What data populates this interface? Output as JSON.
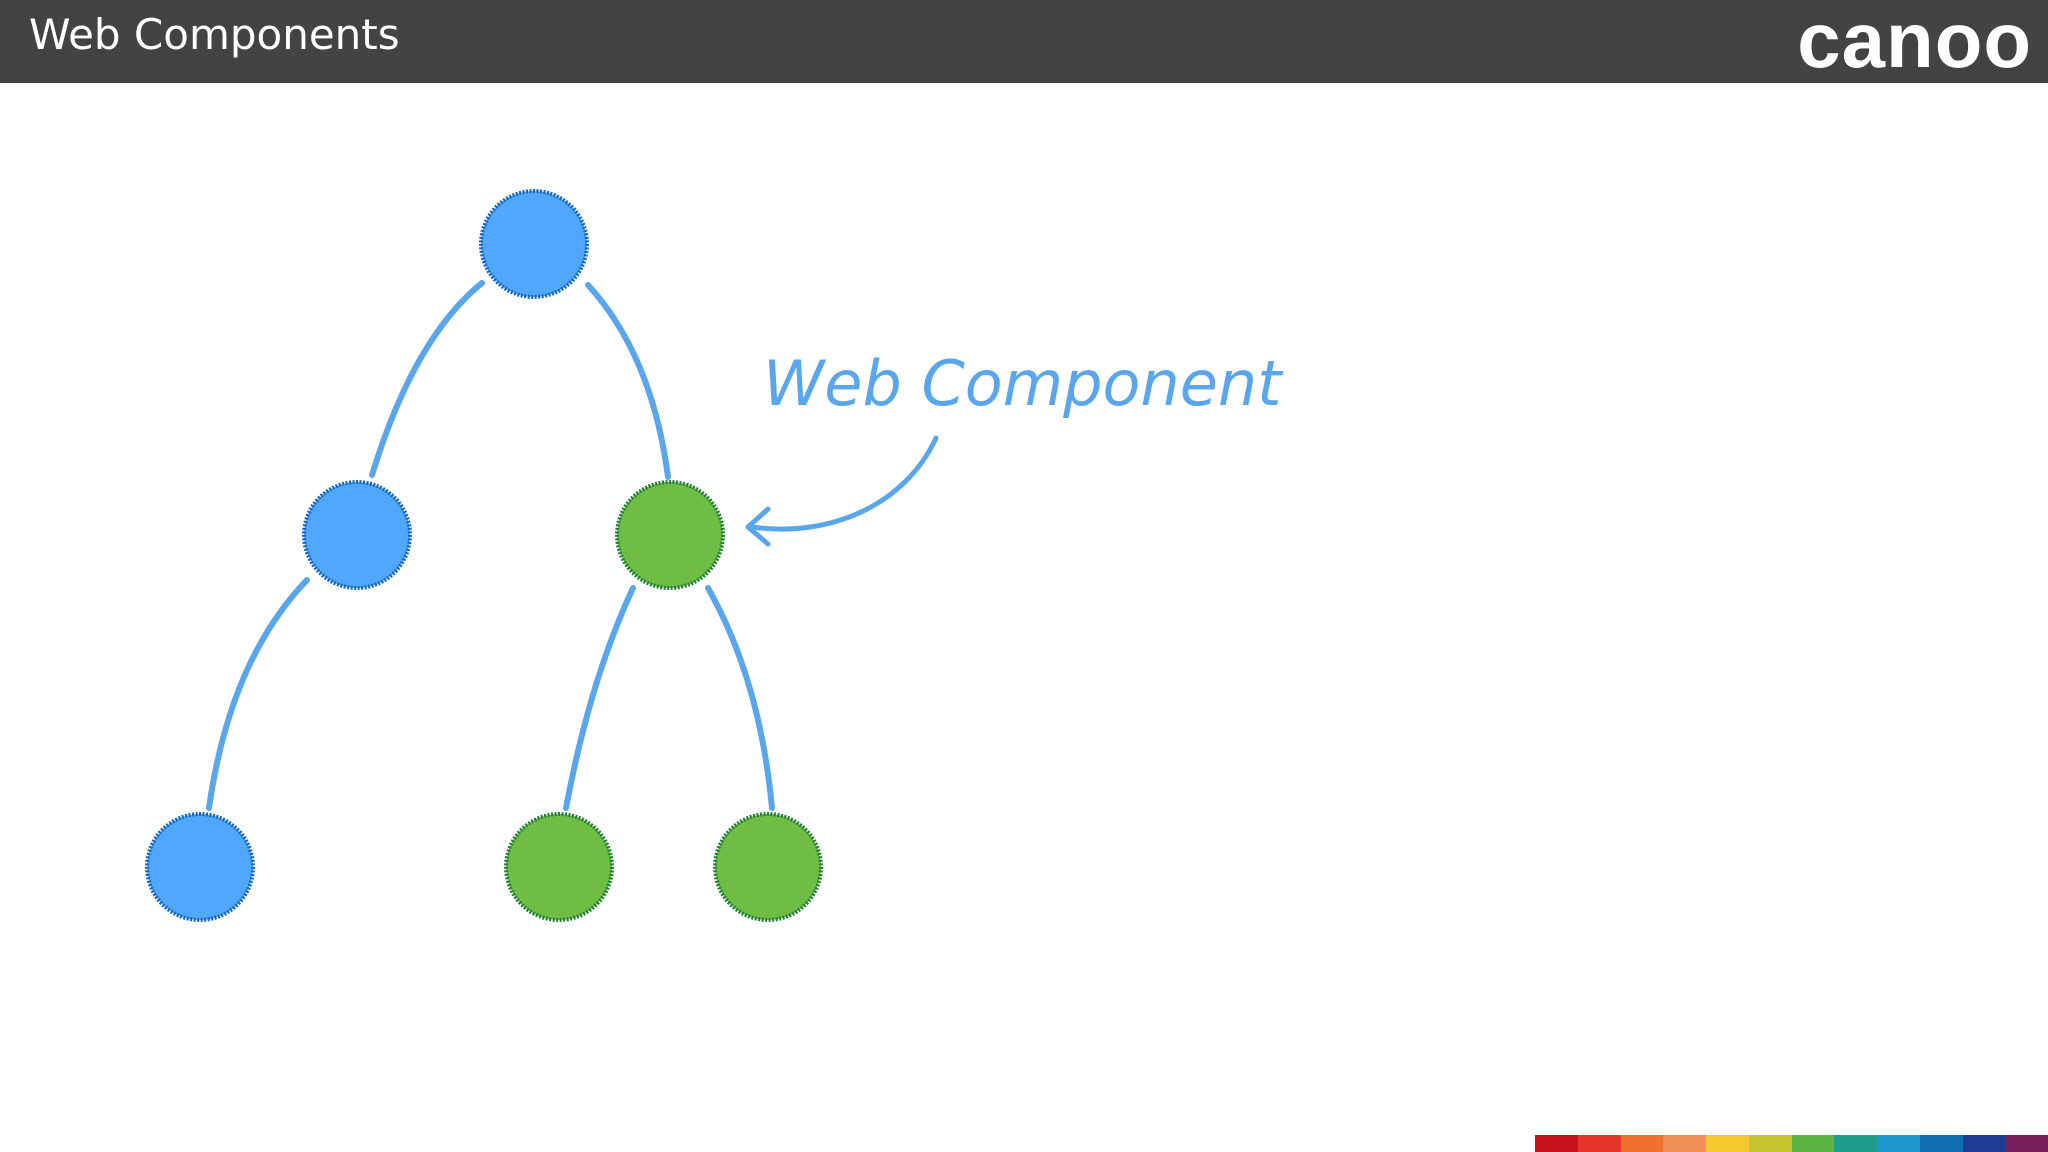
{
  "header": {
    "title": "Web Components",
    "logo_text": "canoo",
    "background": "#434343"
  },
  "diagram": {
    "annotation": "Web Component",
    "annotation_color": "#5aa6ec",
    "node_colors": {
      "blue": "#50a7fb",
      "blue_outline": "#1566c2",
      "green": "#6fbd45",
      "green_outline": "#23803a"
    },
    "edge_color": "#5aa6ec",
    "nodes": [
      {
        "id": "root",
        "kind": "blue"
      },
      {
        "id": "left",
        "kind": "blue"
      },
      {
        "id": "right",
        "kind": "green"
      },
      {
        "id": "left-leaf",
        "kind": "blue"
      },
      {
        "id": "right-leaf-1",
        "kind": "green"
      },
      {
        "id": "right-leaf-2",
        "kind": "green"
      }
    ],
    "edges": [
      {
        "from": "root",
        "to": "left"
      },
      {
        "from": "root",
        "to": "right"
      },
      {
        "from": "left",
        "to": "left-leaf"
      },
      {
        "from": "right",
        "to": "right-leaf-1"
      },
      {
        "from": "right",
        "to": "right-leaf-2"
      }
    ]
  },
  "color_strip": [
    "#c8131c",
    "#e7352b",
    "#f0702e",
    "#f19158",
    "#f5c82f",
    "#c6c42f",
    "#5cb443",
    "#1e9e8a",
    "#1c98cf",
    "#0f6db4",
    "#1f3c94",
    "#7a1f5d"
  ]
}
